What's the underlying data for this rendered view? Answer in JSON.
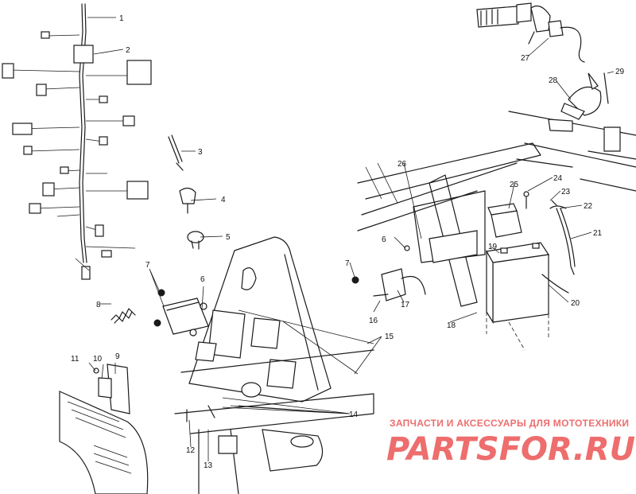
{
  "diagram": {
    "callouts": [
      "1",
      "2",
      "3",
      "4",
      "5",
      "6",
      "7",
      "8",
      "9",
      "10",
      "11",
      "12",
      "13",
      "14",
      "15",
      "16",
      "17",
      "18",
      "19",
      "20",
      "21",
      "22",
      "23",
      "24",
      "25",
      "26",
      "27",
      "28",
      "29"
    ],
    "second_callouts": {
      "6": "6",
      "7": "7"
    }
  },
  "watermark": {
    "tagline": "ЗАПЧАСТИ И АКСЕССУАРЫ ДЛЯ МОТОТЕХНИКИ",
    "logo": "PARTSFOR.RU",
    "color": "#ee6d6d"
  }
}
